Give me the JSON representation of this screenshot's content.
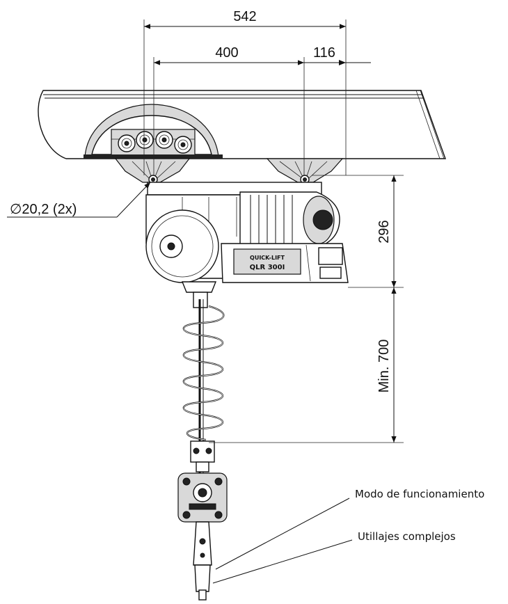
{
  "dimensions": {
    "overall_width": "542",
    "roller_spacing": "400",
    "offset": "116",
    "height": "296",
    "min_length": "Min. 700",
    "hole_diameter": "∅20,2 (2x)"
  },
  "product_labels": {
    "brand": "QUICK-LIFT",
    "model": "QLR 300I"
  },
  "callouts": {
    "operation_mode": "Modo de funcionamiento",
    "complex_tooling": "Utillajes complejos"
  }
}
